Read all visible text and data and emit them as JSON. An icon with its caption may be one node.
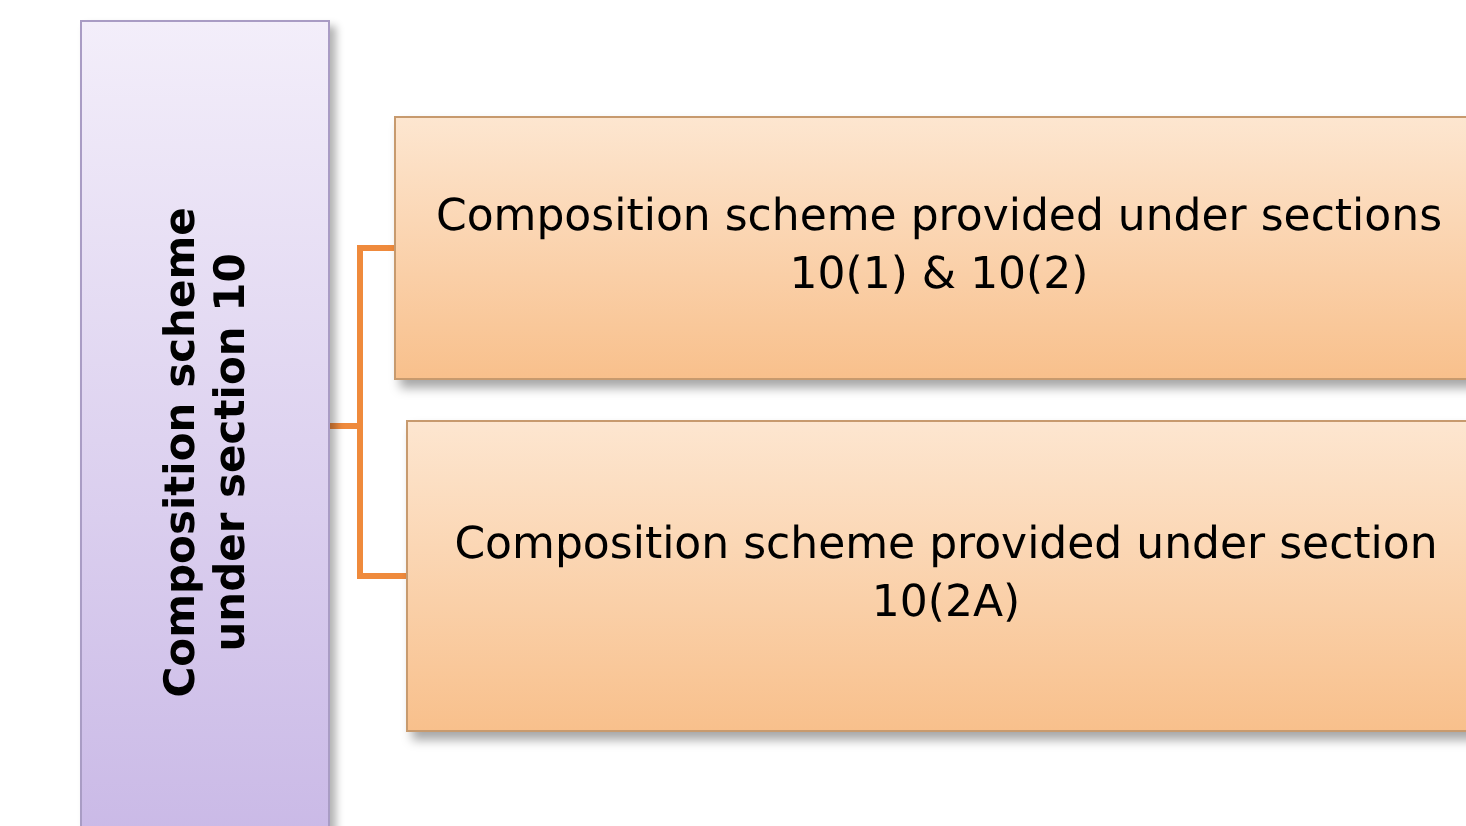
{
  "diagram": {
    "nodes": [
      {
        "text": [
          "Composition scheme under section 10"
        ]
      },
      {
        "text": [
          "Composition scheme provided under sections 10(1) & 10(2)"
        ]
      },
      {
        "text": [
          "Composition scheme provided under section 10(2A)"
        ]
      }
    ],
    "edges": [
      {
        "from": 0,
        "to": 1,
        "arrow": "none"
      },
      {
        "from": 0,
        "to": 2,
        "arrow": "none"
      }
    ]
  }
}
